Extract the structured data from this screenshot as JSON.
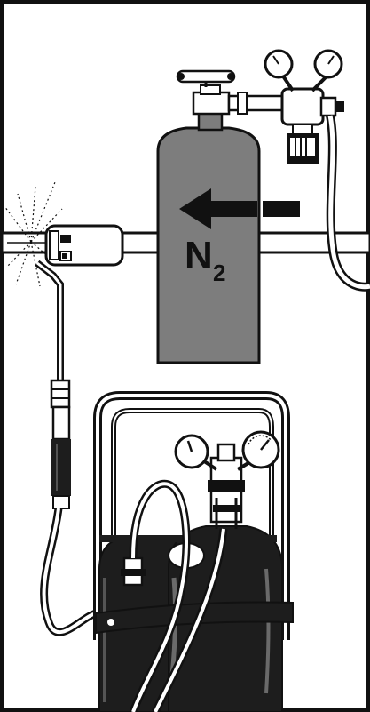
{
  "cylinder_label": {
    "main": "N",
    "subscript": "2"
  },
  "colors": {
    "frame": "#111111",
    "ink": "#111111",
    "cylinder_fill": "#7d7d7d",
    "torch_bottle_fill": "#1d1d1d",
    "background": "#ffffff"
  },
  "icons": [
    "nitrogen-cylinder",
    "flow-arrow",
    "pressure-gauge",
    "valve-handwheel",
    "torch-cylinders",
    "pipe-joint-spark"
  ]
}
